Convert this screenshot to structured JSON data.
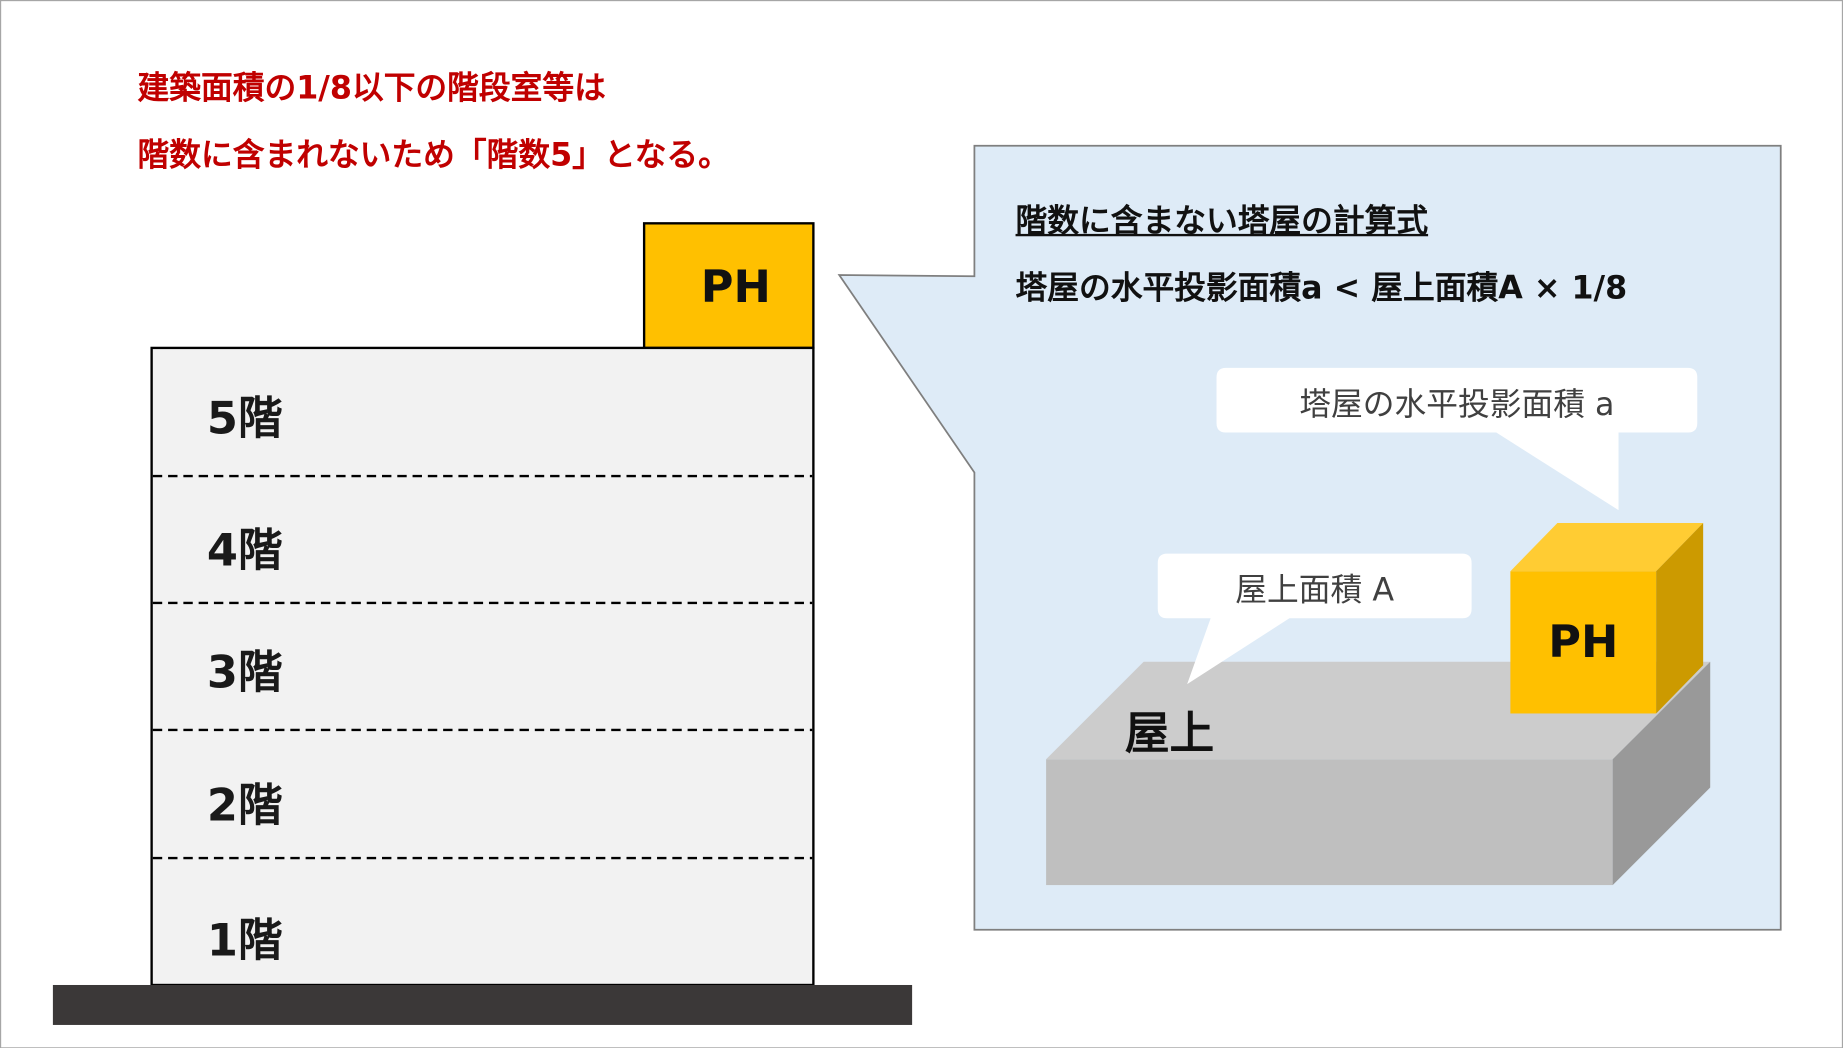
{
  "note": {
    "line1": "建築面積の1/8以下の階段室等は",
    "line2": "階数に含まれないため「階数5」となる。"
  },
  "building": {
    "penthouse_label": "PH",
    "floors": [
      "5階",
      "4階",
      "3階",
      "2階",
      "1階"
    ]
  },
  "callout": {
    "title": "階数に含まない塔屋の計算式",
    "formula": "塔屋の水平投影面積a < 屋上面積A × 1/8",
    "bubble_penthouse_area": "塔屋の水平投影面積 a",
    "bubble_roof_area": "屋上面積 A",
    "roof_label": "屋上",
    "penthouse_label": "PH"
  },
  "colors": {
    "accent_red": "#C00000",
    "penthouse_yellow": "#FFC000",
    "panel_blue": "#DEEBF7"
  }
}
